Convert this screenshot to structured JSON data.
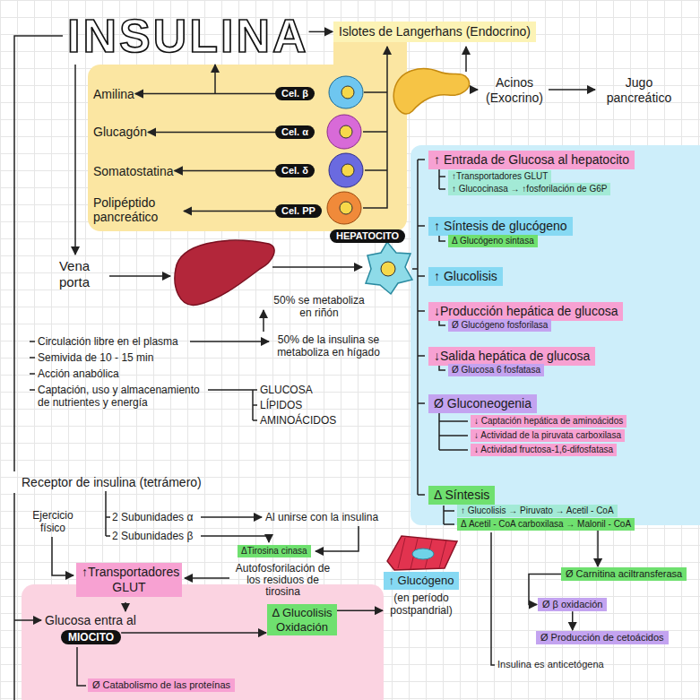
{
  "diagram": {
    "nodes": [
      {
        "text": [
          "INSULINA"
        ]
      },
      {
        "text": [
          "Islotes de Langerhans (Endocrino)"
        ]
      },
      {
        "text": [
          "Amilina"
        ]
      },
      {
        "text": [
          "Cel. β"
        ]
      },
      {
        "text": [
          "Glucagón"
        ]
      },
      {
        "text": [
          "Cel. α"
        ]
      },
      {
        "text": [
          "Somatostatina"
        ]
      },
      {
        "text": [
          "Cel. δ"
        ]
      },
      {
        "text": [
          "Polipéptido pancreático"
        ]
      },
      {
        "text": [
          "Cel. PP"
        ]
      },
      {
        "text": [
          "HEPATOCITO"
        ]
      },
      {
        "text": [
          "↑ Entrada de Glucosa al hepatocito"
        ]
      },
      {
        "text": [
          "↑Transportadores GLUT"
        ]
      },
      {
        "text": [
          "↑ Glucocinasa → ↑fosforilación de G6P"
        ]
      },
      {
        "text": [
          "↑ Síntesis de glucógeno"
        ]
      },
      {
        "text": [
          "Δ Glucógeno sintasa"
        ]
      },
      {
        "text": [
          "↑ Glucolisis"
        ]
      },
      {
        "text": [
          "↓Producción hepática de glucosa"
        ]
      },
      {
        "text": [
          "Ø Glucógeno fosforilasa"
        ]
      },
      {
        "text": [
          "↓Salida hepática de glucosa"
        ]
      },
      {
        "text": [
          "Ø Glucosa 6 fosfatasa"
        ]
      },
      {
        "text": [
          "Ø Gluconeogenia"
        ]
      },
      {
        "text": [
          "↓ Captación hepática de aminoácidos"
        ]
      },
      {
        "text": [
          "↓ Actividad de la piruvata carboxilasa"
        ]
      },
      {
        "text": [
          "↓ Actividad fructosa-1,6-difosfatasa"
        ]
      },
      {
        "text": [
          "Δ Síntesis"
        ]
      },
      {
        "text": [
          "↑ Glucolisis → Piruvato → Acetil - CoA"
        ]
      },
      {
        "text": [
          "Δ Acetil - CoA carboxilasa → Malonil - CoA"
        ]
      },
      {
        "text": [
          "ΔTirosina cinasa"
        ]
      },
      {
        "text": [
          "Ø Carnitina aciltransferasa"
        ]
      },
      {
        "text": [
          "↑Transportadores GLUT"
        ]
      },
      {
        "text": [
          "↑ Glucógeno",
          "(en período postpandrial)"
        ]
      },
      {
        "text": [
          "Ø β oxidación"
        ]
      },
      {
        "text": [
          "MIOCITO"
        ]
      },
      {
        "text": [
          "Δ Glucolisis Oxidación"
        ]
      },
      {
        "text": [
          "Ø Producción de cetoácidos"
        ]
      },
      {
        "text": [
          "Ø Catabolismo de las proteínas"
        ]
      }
    ],
    "edges": [
      {
        "from": 0,
        "to": 1,
        "arrow": "to"
      },
      {
        "from": 3,
        "to": 2,
        "arrow": "to"
      },
      {
        "from": 5,
        "to": 4,
        "arrow": "to"
      },
      {
        "from": 7,
        "to": 6,
        "arrow": "to"
      },
      {
        "from": 9,
        "to": 8,
        "arrow": "to"
      },
      {
        "from": 34,
        "to": 31,
        "arrow": "to"
      },
      {
        "from": 33,
        "to": 34,
        "arrow": "to"
      },
      {
        "from": 27,
        "to": 29,
        "arrow": "to"
      },
      {
        "from": 29,
        "to": 32,
        "arrow": "to"
      },
      {
        "from": 32,
        "to": 35,
        "arrow": "to"
      }
    ],
    "labels": [
      "Acinos (Exocrino)",
      "Jugo pancreático",
      "Vena porta",
      "50% se metaboliza en riñón",
      "Circulación libre en el plasma",
      "50% de la insulina se metaboliza en hígado",
      "Semivida de 10 - 15 min",
      "Acción anabólica",
      "Captación, uso y almacenamiento de nutrientes y energía",
      "GLUCOSA",
      "LÍPIDOS",
      "AMINOÁCIDOS",
      "Receptor de insulina (tetrámero)",
      "Ejercicio físico",
      "2 Subunidades α",
      "Al unirse con la insulina",
      "2 Subunidades β",
      "Autofosforilación de los residuos de tirosina",
      "Glucosa entra al",
      "Insulina es anticetógena"
    ]
  }
}
